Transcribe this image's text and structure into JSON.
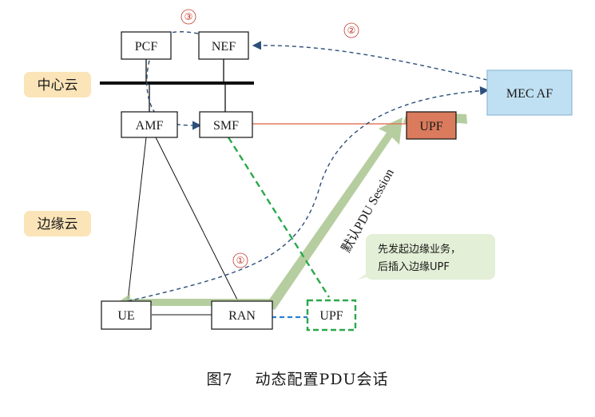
{
  "zones": {
    "central": "中心云",
    "edge": "边缘云"
  },
  "nodes": {
    "pcf": "PCF",
    "nef": "NEF",
    "amf": "AMF",
    "smf": "SMF",
    "upf_central": "UPF",
    "mec_af": "MEC AF",
    "ue": "UE",
    "ran": "RAN",
    "upf_edge": "UPF"
  },
  "session_label": "默认PDU Session",
  "callout": {
    "line1": "先发起边缘业务，",
    "line2": "后插入边缘UPF"
  },
  "steps": {
    "s1": "①",
    "s2": "②",
    "s3": "③"
  },
  "caption": {
    "figure": "图7",
    "title": "动态配置PDU会话"
  },
  "colors": {
    "zone_bg": "#fbe4b8",
    "mec_fill": "#bfe0f2",
    "upf_central_fill": "#d97b5c",
    "session_arrow": "#a9c48f",
    "dashed_blue": "#2b4f7a",
    "dashed_green": "#2aa84a",
    "link_blue": "#2f7fd0",
    "link_orange": "#e07a5f",
    "callout_bg": "#e3efd6",
    "step_red": "#c0392b"
  }
}
